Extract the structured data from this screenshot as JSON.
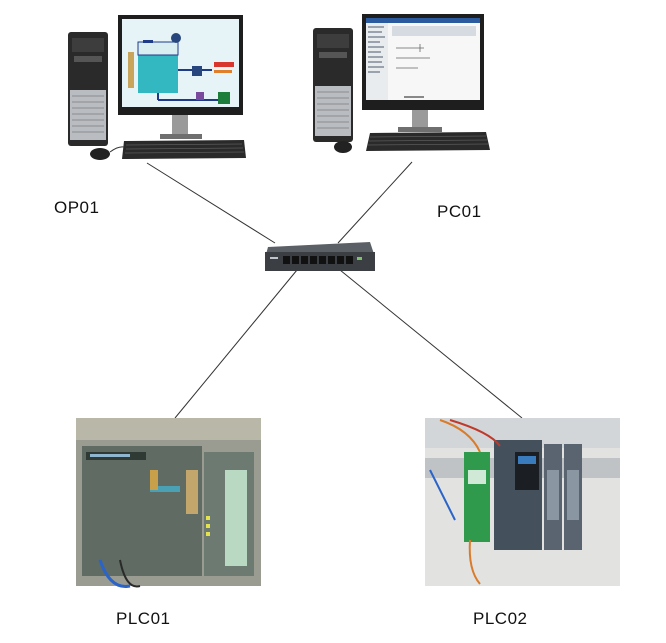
{
  "nodes": {
    "op01": {
      "label": "OP01",
      "icon": "workstation-hmi-icon"
    },
    "pc01": {
      "label": "PC01",
      "icon": "workstation-engineering-icon"
    },
    "switch": {
      "icon": "network-switch-icon"
    },
    "plc01": {
      "label": "PLC01",
      "icon": "plc-s7-300-icon"
    },
    "plc02": {
      "label": "PLC02",
      "icon": "plc-s7-1500-icon"
    }
  },
  "links": [
    {
      "from": "op01",
      "to": "switch"
    },
    {
      "from": "pc01",
      "to": "switch"
    },
    {
      "from": "switch",
      "to": "plc01"
    },
    {
      "from": "switch",
      "to": "plc02"
    }
  ],
  "colors": {
    "line": "#333333",
    "switch_body": "#3b3f44",
    "monitor_bezel": "#1e1e1e",
    "plc_housing": "#5f6b63",
    "plc2_module": "#44505c",
    "power_supply": "#2f9a4c"
  }
}
